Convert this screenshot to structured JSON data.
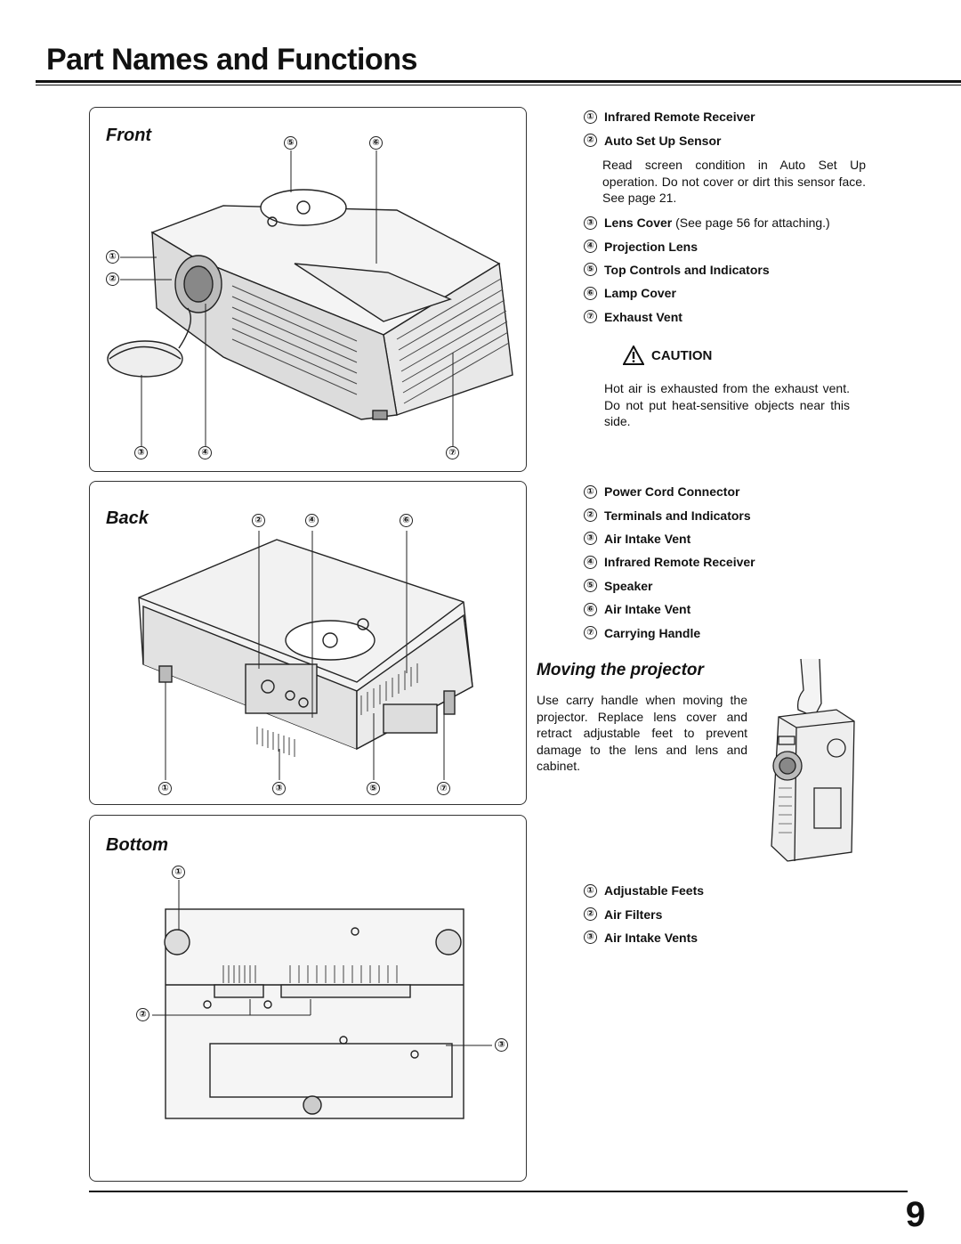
{
  "page": {
    "title": "Part Names and Functions",
    "number": "9"
  },
  "front": {
    "heading": "Front",
    "items": [
      {
        "n": "①",
        "label": "Infrared Remote Receiver"
      },
      {
        "n": "②",
        "label": "Auto Set Up Sensor"
      },
      {
        "n": "③",
        "label": "Lens Cover",
        "note": " (See page 56 for attaching.)"
      },
      {
        "n": "④",
        "label": "Projection Lens"
      },
      {
        "n": "⑤",
        "label": "Top Controls and Indicators"
      },
      {
        "n": "⑥",
        "label": "Lamp Cover"
      },
      {
        "n": "⑦",
        "label": "Exhaust Vent"
      }
    ],
    "sensor_desc": "Read screen condition in Auto Set Up operation. Do not cover or dirt this sensor face. See page 21.",
    "caution_label": "CAUTION",
    "caution_text": "Hot air is exhausted from the exhaust vent.  Do not put heat-sensitive objects near this side."
  },
  "back": {
    "heading": "Back",
    "items": [
      {
        "n": "①",
        "label": "Power Cord Connector"
      },
      {
        "n": "②",
        "label": "Terminals and Indicators"
      },
      {
        "n": "③",
        "label": "Air Intake Vent"
      },
      {
        "n": "④",
        "label": "Infrared Remote Receiver"
      },
      {
        "n": "⑤",
        "label": "Speaker"
      },
      {
        "n": "⑥",
        "label": "Air Intake Vent"
      },
      {
        "n": "⑦",
        "label": "Carrying Handle"
      }
    ]
  },
  "moving": {
    "heading": "Moving the projector",
    "text": "Use carry handle when moving the projector. Replace lens cover and retract adjustable feet to prevent damage to the lens and lens and cabinet."
  },
  "bottom": {
    "heading": "Bottom",
    "items": [
      {
        "n": "①",
        "label": "Adjustable Feets"
      },
      {
        "n": "②",
        "label": "Air Filters"
      },
      {
        "n": "③",
        "label": "Air Intake Vents"
      }
    ]
  }
}
